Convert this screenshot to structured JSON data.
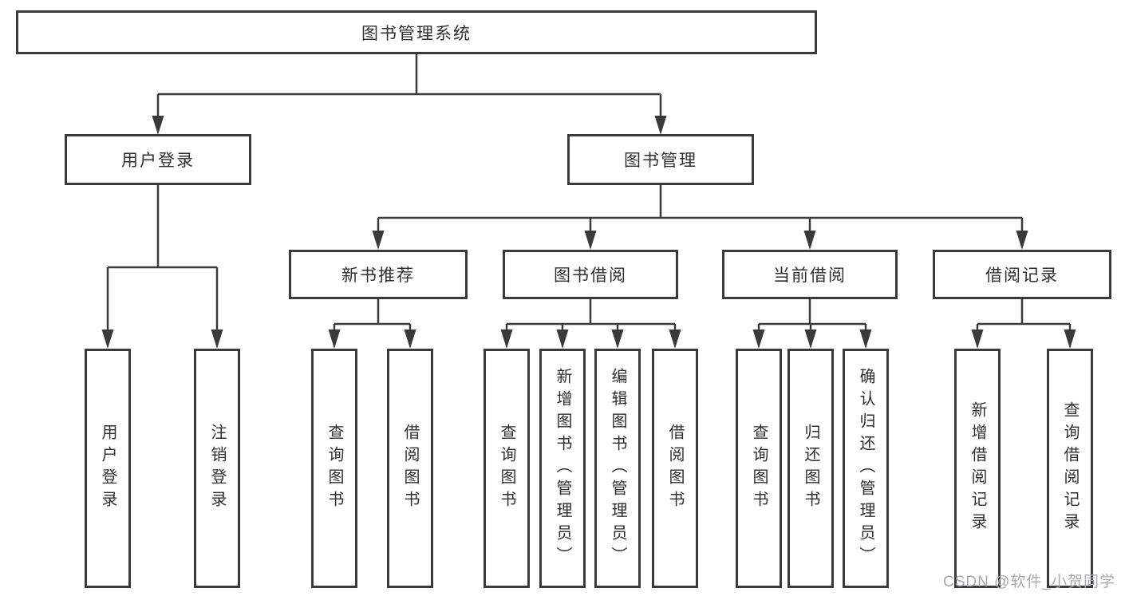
{
  "nodes": {
    "root": "图书管理系统",
    "l2": [
      "用户登录",
      "图书管理"
    ],
    "l3": [
      "新书推荐",
      "图书借阅",
      "当前借阅",
      "借阅记录"
    ],
    "leaves": [
      "用户登录",
      "注销登录",
      "查询图书",
      "借阅图书",
      "查询图书",
      "新增图书（管理员）",
      "编辑图书（管理员）",
      "借阅图书",
      "查询图书",
      "归还图书",
      "确认归还（管理员）",
      "新增借阅记录",
      "查询借阅记录"
    ]
  },
  "watermark": "CSDN @软件_小贺同学",
  "colors": {
    "line": "#3a3a3a",
    "text": "#2f2f2f",
    "watermark": "#a8a8ae",
    "background": "#ffffff"
  }
}
